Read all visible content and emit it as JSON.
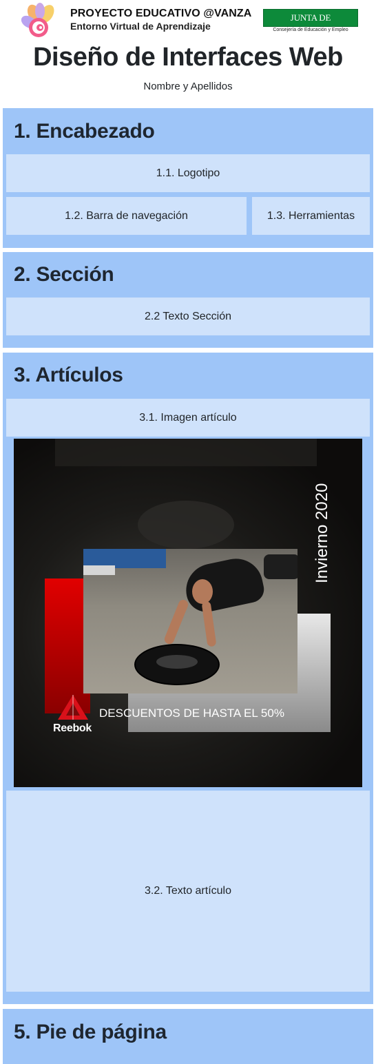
{
  "header": {
    "brand_title": "PROYECTO EDUCATIVO @VANZA",
    "brand_subtitle": "Entorno Virtual de Aprendizaje",
    "junta_label": "JUNTA DE EXTREMADURA",
    "junta_sublabel": "Consejería de Educación y Empleo"
  },
  "page": {
    "title": "Diseño de Interfaces Web",
    "author": "Nombre y Apellidos"
  },
  "sections": {
    "encabezado": {
      "heading": "1. Encabezado",
      "logotipo": "1.1. Logotipo",
      "navegacion": "1.2. Barra de navegación",
      "herramientas": "1.3. Herramientas"
    },
    "seccion": {
      "heading": "2. Sección",
      "texto": "2.2 Texto Sección"
    },
    "articulos": {
      "heading": "3. Artículos",
      "imagen": "3.1. Imagen artículo",
      "texto": "3.2. Texto artículo",
      "ad": {
        "season": "Invierno 2020",
        "discount": "DESCUENTOS DE HASTA EL 50%",
        "brand": "Reebok"
      }
    },
    "pie": {
      "heading": "5. Pie de página"
    }
  },
  "colors": {
    "section_bg": "#9ec5f8",
    "cell_bg": "#cfe2fb",
    "junta_green": "#0d8a3a",
    "reebok_red": "#e10000"
  }
}
